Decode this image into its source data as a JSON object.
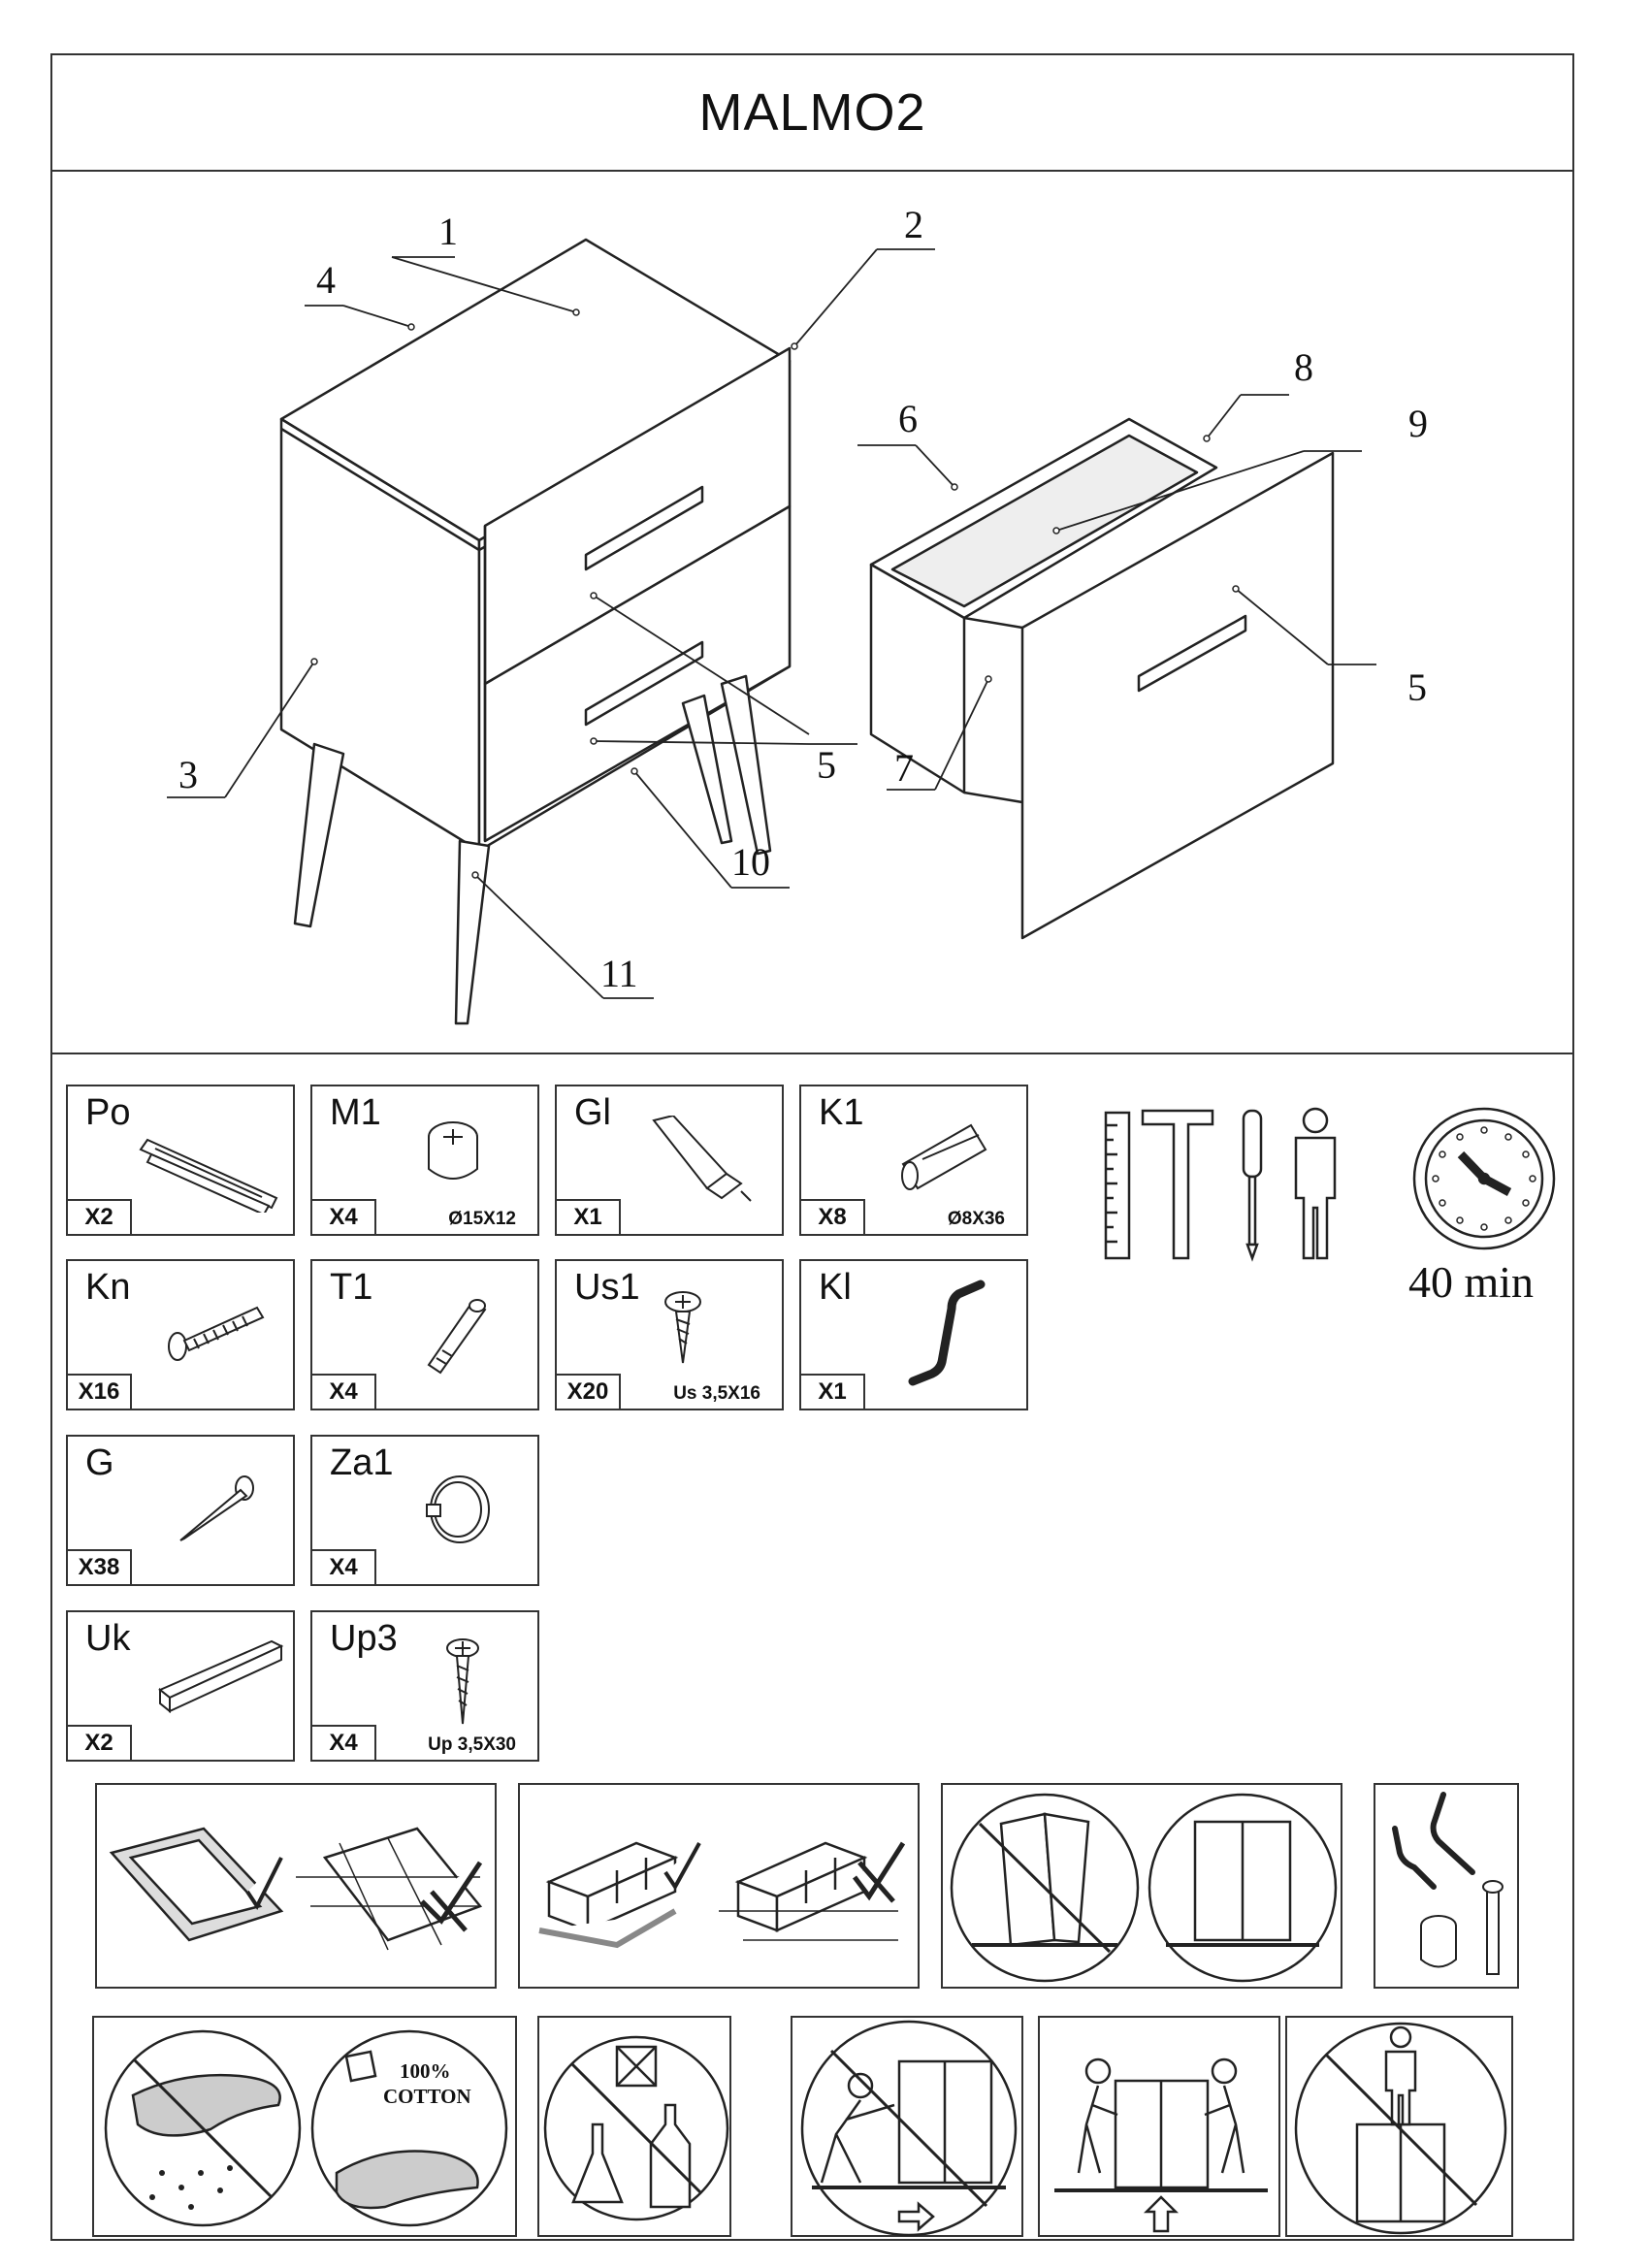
{
  "document": {
    "title": "MALMO2"
  },
  "diagram": {
    "callouts": [
      "1",
      "2",
      "3",
      "4",
      "5",
      "5",
      "6",
      "7",
      "8",
      "9",
      "10",
      "11"
    ]
  },
  "parts": [
    {
      "code": "Po",
      "qty": "X2",
      "dim": "",
      "icon": "drawer-runner-icon"
    },
    {
      "code": "M1",
      "qty": "X4",
      "dim": "Ø15X12",
      "icon": "cam-lock-icon"
    },
    {
      "code": "Gl",
      "qty": "X1",
      "dim": "",
      "icon": "glue-tube-icon"
    },
    {
      "code": "K1",
      "qty": "X8",
      "dim": "Ø8X36",
      "icon": "wooden-dowel-icon"
    },
    {
      "code": "Kn",
      "qty": "X16",
      "dim": "",
      "icon": "confirmat-screw-icon"
    },
    {
      "code": "T1",
      "qty": "X4",
      "dim": "",
      "icon": "cam-bolt-icon"
    },
    {
      "code": "Us1",
      "qty": "X20",
      "dim": "Us 3,5X16",
      "icon": "wood-screw-icon"
    },
    {
      "code": "Kl",
      "qty": "X1",
      "dim": "",
      "icon": "allen-key-icon"
    },
    {
      "code": "G",
      "qty": "X38",
      "dim": "",
      "icon": "nail-icon"
    },
    {
      "code": "Za1",
      "qty": "X4",
      "dim": "",
      "icon": "cover-cap-icon"
    },
    {
      "code": "Uk",
      "qty": "X2",
      "dim": "",
      "icon": "wooden-strip-icon"
    },
    {
      "code": "Up3",
      "qty": "X4",
      "dim": "Up 3,5X30",
      "icon": "long-screw-icon"
    }
  ],
  "tools": {
    "icons": [
      "ruler-icon",
      "hammer-icon",
      "screwdriver-icon",
      "person-icon",
      "clock-icon"
    ],
    "assembly_time": "40 min"
  },
  "warnings": {
    "cotton_label_1": "100%",
    "cotton_label_2": "COTTON",
    "icons": [
      "assemble-on-soft-surface-icon",
      "assemble-on-floor-icon",
      "do-not-lift-by-door-icon",
      "use-key-with-cam-icon",
      "no-wet-cloth-icon",
      "cotton-cloth-icon",
      "no-chemicals-icon",
      "do-not-push-icon",
      "lift-with-two-people-icon",
      "do-not-stand-on-furniture-icon"
    ]
  }
}
